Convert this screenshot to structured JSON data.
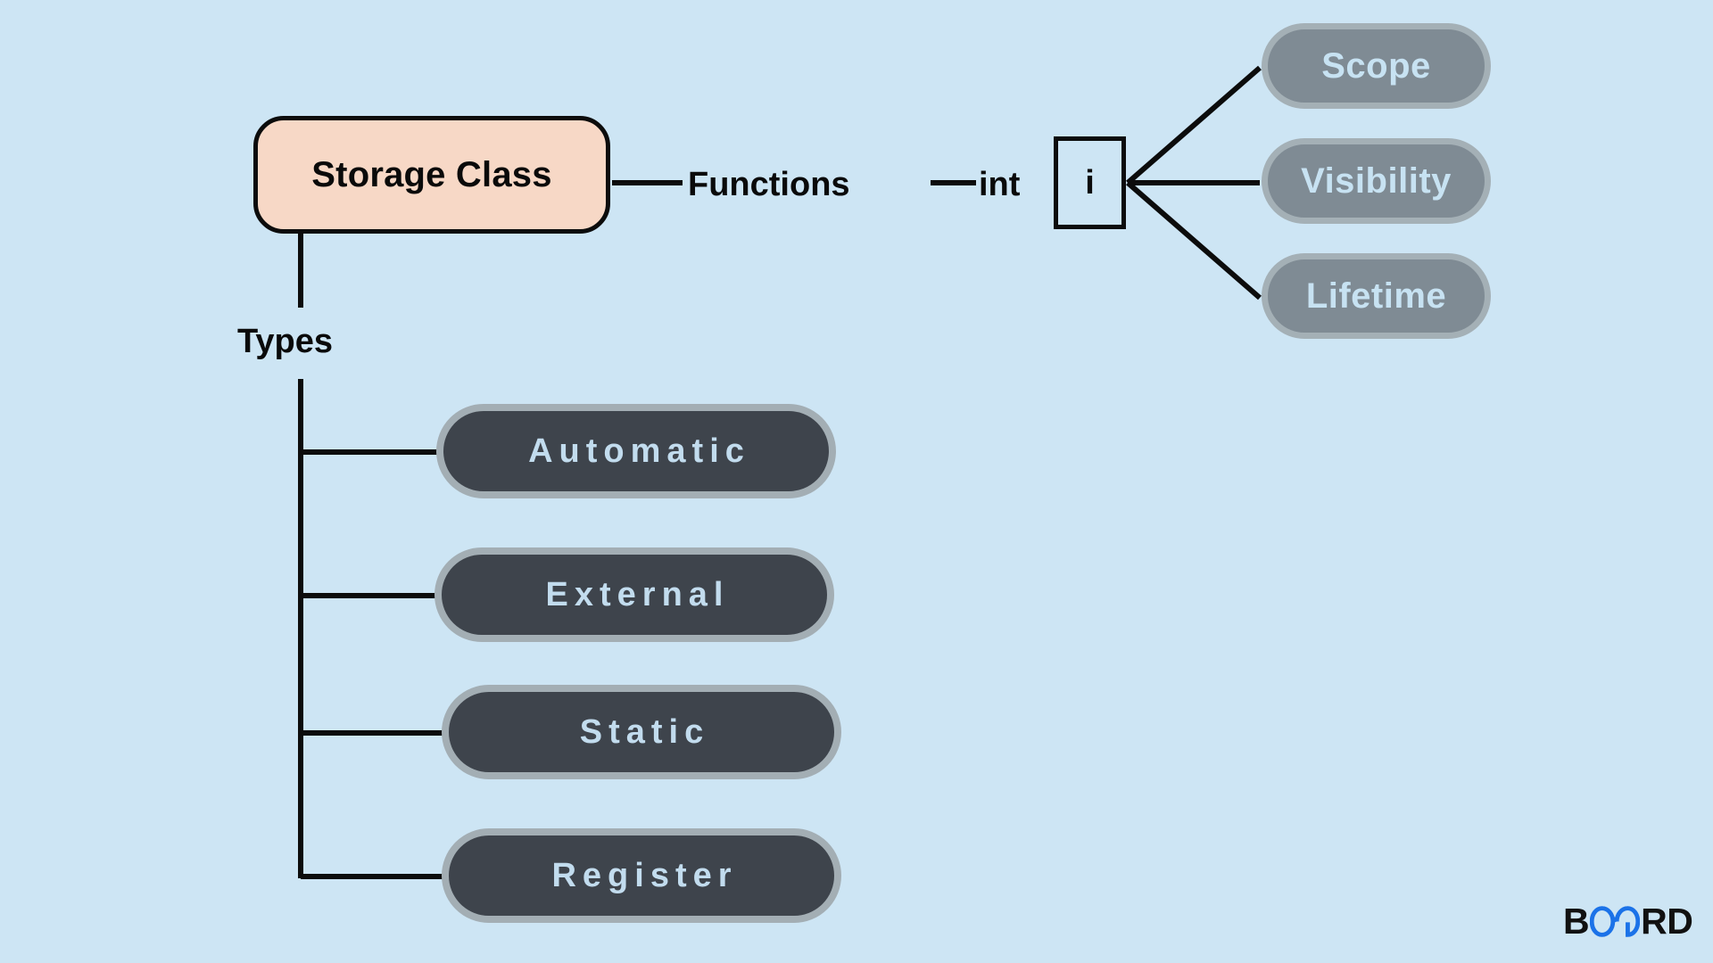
{
  "diagram": {
    "title": "Storage Class",
    "background_color": "#cde5f4",
    "root": {
      "label": "Storage Class",
      "fill_color": "#f7d8c6",
      "border_color": "#0c0c0c"
    },
    "edge_labels": {
      "functions": "Functions",
      "int": "int",
      "types": "Types"
    },
    "variable_box": {
      "label": "i"
    },
    "attributes": {
      "fill_color": "#7f8b94",
      "border_color": "#a4b0b6",
      "text_color": "#c7e2f2",
      "items": [
        {
          "label": "Scope"
        },
        {
          "label": "Visibility"
        },
        {
          "label": "Lifetime"
        }
      ]
    },
    "types": {
      "fill_color": "#3e444c",
      "border_color": "#a3aeb4",
      "text_color": "#c2dcee",
      "items": [
        {
          "label": "Automatic"
        },
        {
          "label": "External"
        },
        {
          "label": "Static"
        },
        {
          "label": "Register"
        }
      ]
    },
    "logo": {
      "text_before": "B",
      "mark": "infinity-loop",
      "text_after": "RD",
      "full_text": "BOARD",
      "mark_color": "#1b72e8",
      "text_color": "#111111"
    }
  }
}
